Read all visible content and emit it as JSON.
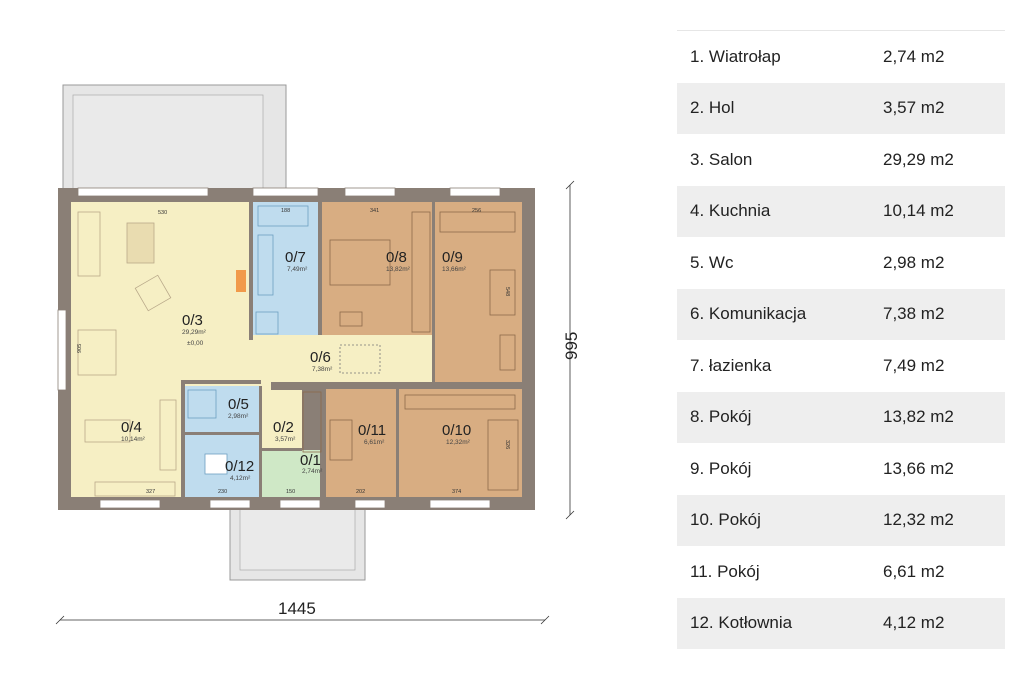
{
  "plan": {
    "labels": {
      "r1": {
        "num": "0/1",
        "area": "2,74m²"
      },
      "r2": {
        "num": "0/2",
        "area": "3,57m²"
      },
      "r3": {
        "num": "0/3",
        "area": "29,29m²",
        "level": "±0,00"
      },
      "r4": {
        "num": "0/4",
        "area": "10,14m²"
      },
      "r5": {
        "num": "0/5",
        "area": "2,98m²"
      },
      "r6": {
        "num": "0/6",
        "area": "7,38m²"
      },
      "r7": {
        "num": "0/7",
        "area": "7,49m²"
      },
      "r8": {
        "num": "0/8",
        "area": "13,82m²"
      },
      "r9": {
        "num": "0/9",
        "area": "13,66m²"
      },
      "r10": {
        "num": "0/10",
        "area": "12,32m²"
      },
      "r11": {
        "num": "0/11",
        "area": "6,61m²"
      },
      "r12": {
        "num": "0/12",
        "area": "4,12m²"
      }
    },
    "dims": {
      "width": "1445",
      "depth": "995",
      "d530": "530",
      "d188": "188",
      "d341": "341",
      "d256": "256",
      "d905": "905",
      "d327": "327",
      "d230": "230",
      "d150": "150",
      "d202": "202",
      "d374": "374",
      "d548": "548",
      "d326": "326"
    }
  },
  "rooms": [
    {
      "name": "1. Wiatrołap",
      "area": "2,74 m2"
    },
    {
      "name": "2. Hol",
      "area": "3,57 m2"
    },
    {
      "name": "3. Salon",
      "area": "29,29 m2"
    },
    {
      "name": "4. Kuchnia",
      "area": "10,14 m2"
    },
    {
      "name": "5. Wc",
      "area": "2,98 m2"
    },
    {
      "name": "6. Komunikacja",
      "area": "7,38 m2"
    },
    {
      "name": "7. łazienka",
      "area": "7,49 m2"
    },
    {
      "name": "8. Pokój",
      "area": "13,82 m2"
    },
    {
      "name": "9. Pokój",
      "area": "13,66 m2"
    },
    {
      "name": "10. Pokój",
      "area": "12,32 m2"
    },
    {
      "name": "11. Pokój",
      "area": "6,61 m2"
    },
    {
      "name": "12. Kotłownia",
      "area": "4,12 m2"
    }
  ],
  "colors": {
    "living": "#f6efc4",
    "bedroom": "#d8ad82",
    "bathroom": "#bfdcee",
    "entry": "#cfe8c6",
    "wall": "#8a7f76",
    "terrace": "#e6e6e6"
  }
}
